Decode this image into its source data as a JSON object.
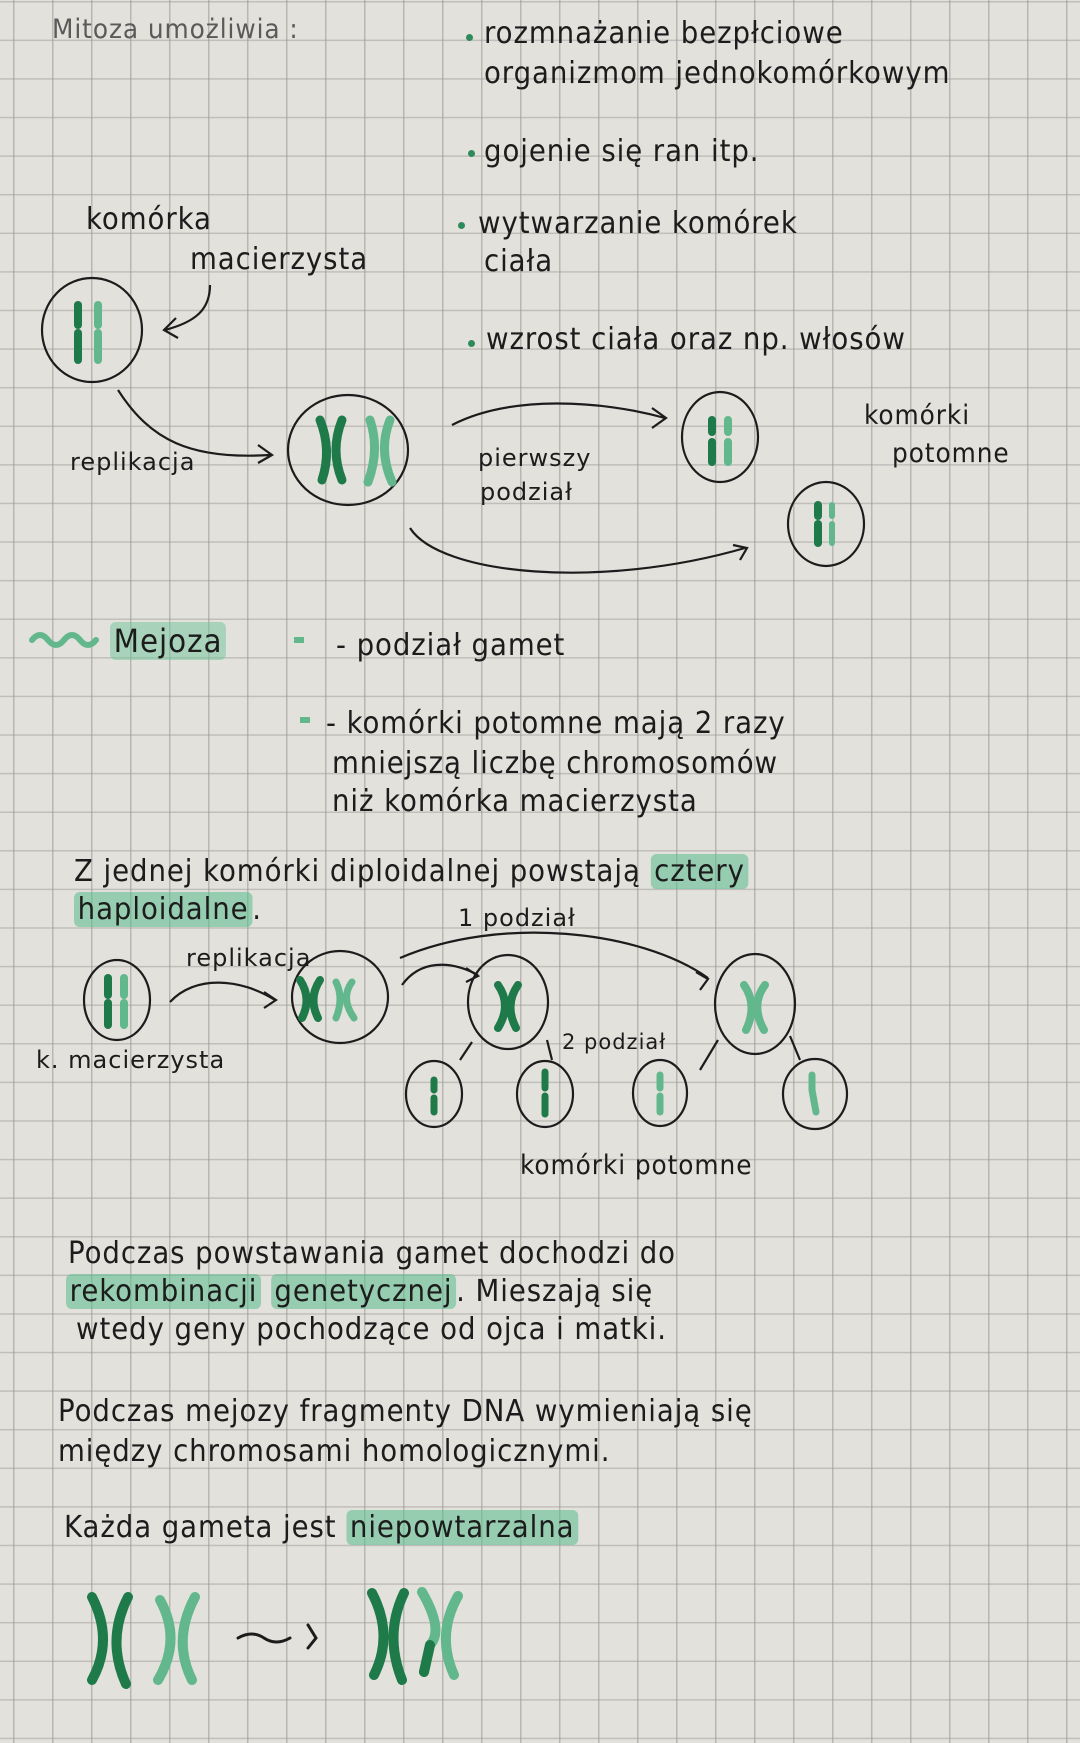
{
  "mitosis": {
    "heading": "Mitoza umożliwia :",
    "bullets": [
      {
        "line1": "rozmnażanie bezpłciowe",
        "line2": "organizmom jednokomórkowym"
      },
      {
        "line1": "gojenie się ran itp.",
        "line2": ""
      },
      {
        "line1": "wytwarzanie komórek",
        "line2": "ciała"
      },
      {
        "line1": "wzrost ciała oraz np. włosów",
        "line2": ""
      }
    ],
    "diagram": {
      "mother_cell_label_1": "komórka",
      "mother_cell_label_2": "macierzysta",
      "replication_label": "replikacja",
      "first_division_label_1": "pierwszy",
      "first_division_label_2": "podział",
      "daughter_cells_label_1": "komórki",
      "daughter_cells_label_2": "potomne"
    }
  },
  "meiosis": {
    "heading": "Mejoza",
    "points": [
      {
        "text": "- podział gamet"
      },
      {
        "line1": "- komórki potomne mają 2 razy",
        "line2": "mniejszą liczbę chromosomów",
        "line3": "niż komórka macierzysta"
      }
    ],
    "summary_pre": "Z jednej komórki diploidalnej powstają",
    "summary_highlight_1": "cztery",
    "summary_highlight_2": "haploidalne",
    "summary_post": ".",
    "diagram": {
      "first_division_label": "1 podział",
      "replication_label": "replikacja",
      "mother_cell_label": "k. macierzysta",
      "second_division_label": "2 podział",
      "daughter_cells_label": "komórki potomne"
    }
  },
  "recombination": {
    "p1_line1": "Podczas powstawania gamet dochodzi do",
    "p1_hl1": "rekombinacji",
    "p1_hl2": "genetycznej",
    "p1_line2_rest": ". Mieszają się",
    "p1_line3": "wtedy geny pochodzące od ojca i matki.",
    "p2_line1": "Podczas mejozy fragmenty DNA wymieniają się",
    "p2_line2": "między chromosami homologicznymi.",
    "p3_pre": "Każda gameta jest",
    "p3_highlight": "niepowtarzalna"
  },
  "colors": {
    "paper": "#e3e1dc",
    "ink": "#1c1c1c",
    "chromosome_dark": "#1f7a4a",
    "chromosome_light": "#62b88c",
    "highlighter": "#7fcba3"
  }
}
